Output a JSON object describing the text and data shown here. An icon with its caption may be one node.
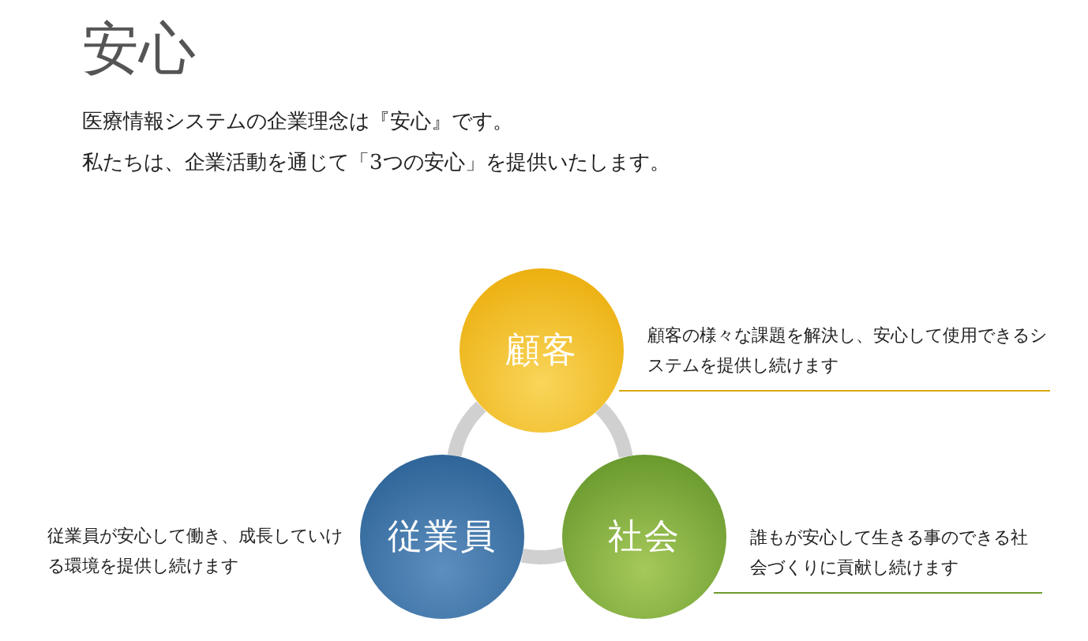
{
  "diagram": {
    "title": "安心",
    "nodes": [
      {
        "text": [
          "顧客"
        ],
        "beside": [
          "顧客の様々な課題を解決し、安心して使用できるシステムを提供し続けます"
        ]
      },
      {
        "text": [
          "従業員"
        ],
        "beside": [
          "従業員が安心して働き、成長していける環境を提供し続けます"
        ]
      },
      {
        "text": [
          "社会"
        ],
        "beside": [
          "誰もが安心して生きる事のできる社会づくりに貢献し続けます"
        ]
      }
    ],
    "edges": [
      {
        "from": 0,
        "to": 1,
        "arrow": "none"
      },
      {
        "from": 1,
        "to": 2,
        "arrow": "none"
      },
      {
        "from": 2,
        "to": 0,
        "arrow": "none"
      }
    ],
    "labels": [
      "医療情報システムの企業理念は『安心』です。",
      "私たちは、企業活動を通じて「3つの安心」を提供いたします。"
    ]
  }
}
